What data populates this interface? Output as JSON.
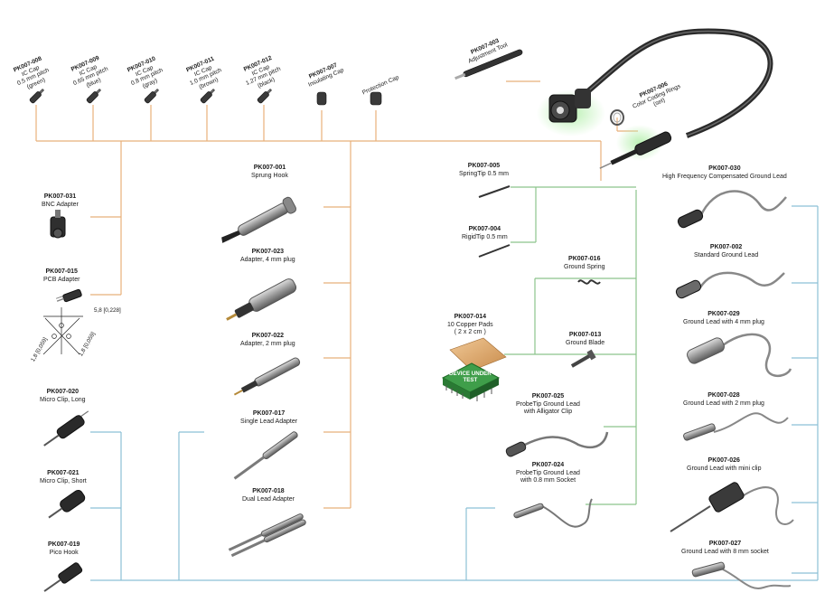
{
  "colors": {
    "orange_line": "#e8b07a",
    "green_line": "#8cc48c",
    "blue_line": "#8cc0d6",
    "part_dark": "#333333",
    "part_gray": "#8a8a8a",
    "device_green": "#3f9e4a",
    "pad_copper": "#d9a76a"
  },
  "tip_caps": [
    {
      "part": "PK007-008",
      "lines": [
        "IC Cap",
        "0.5 mm pitch",
        "(green)"
      ]
    },
    {
      "part": "PK007-009",
      "lines": [
        "IC Cap",
        "0.65 mm pitch",
        "(blue)"
      ]
    },
    {
      "part": "PK007-010",
      "lines": [
        "IC Cap",
        "0.8 mm pitch",
        "(gray)"
      ]
    },
    {
      "part": "PK007-011",
      "lines": [
        "IC Cap",
        "1.0 mm pitch",
        "(brown)"
      ]
    },
    {
      "part": "PK007-012",
      "lines": [
        "IC Cap",
        "1.27 mm pitch",
        "(black)"
      ]
    },
    {
      "part": "PK007-007",
      "lines": [
        "Insulating Cap"
      ]
    },
    {
      "part": "",
      "lines": [
        "Protection Cap"
      ]
    }
  ],
  "adjustment_tool": {
    "part": "PK007-003",
    "desc": "Adjustment Tool"
  },
  "color_rings": {
    "part": "PK007-006",
    "desc": "Color Coding Rings",
    "desc2": "(set)"
  },
  "left_column": [
    {
      "part": "PK007-031",
      "desc": "BNC Adapter"
    },
    {
      "part": "PK007-015",
      "desc": "PCB Adapter"
    },
    {
      "part": "PK007-020",
      "desc": "Micro Clip, Long"
    },
    {
      "part": "PK007-021",
      "desc": "Micro Clip, Short"
    },
    {
      "part": "PK007-019",
      "desc": "Pico Hook"
    }
  ],
  "pcb_dims": {
    "d1": "5,8 [0,228]",
    "d2": "1,8 [0,059]",
    "d3": "1,8 [0,059]"
  },
  "center_column": [
    {
      "part": "PK007-001",
      "desc": "Sprung Hook"
    },
    {
      "part": "PK007-023",
      "desc": "Adapter, 4 mm plug"
    },
    {
      "part": "PK007-022",
      "desc": "Adapter, 2 mm plug"
    },
    {
      "part": "PK007-017",
      "desc": "Single Lead Adapter"
    },
    {
      "part": "PK007-018",
      "desc": "Dual Lead Adapter"
    }
  ],
  "tips": [
    {
      "part": "PK007-005",
      "desc": "SpringTip 0.5 mm"
    },
    {
      "part": "PK007-004",
      "desc": "RigidTip 0.5 mm"
    }
  ],
  "ground_parts": [
    {
      "part": "PK007-016",
      "desc": "Ground Spring"
    },
    {
      "part": "PK007-013",
      "desc": "Ground Blade"
    }
  ],
  "copper_pads": {
    "part": "PK007-014",
    "desc": "10 Copper Pads",
    "desc2": "( 2 x 2 cm )"
  },
  "device_label": {
    "line1": "DEVICE UNDER",
    "line2": "TEST"
  },
  "probetip_leads": [
    {
      "part": "PK007-025",
      "desc": "ProbeTip Ground Lead",
      "desc2": "with Alligator Clip"
    },
    {
      "part": "PK007-024",
      "desc": "ProbeTip Ground Lead",
      "desc2": "with 0.8 mm Socket"
    }
  ],
  "right_column": [
    {
      "part": "PK007-030",
      "desc": "High Frequency Compensated Ground Lead"
    },
    {
      "part": "PK007-002",
      "desc": "Standard Ground Lead"
    },
    {
      "part": "PK007-029",
      "desc": "Ground Lead with 4 mm plug"
    },
    {
      "part": "PK007-028",
      "desc": "Ground Lead with 2 mm plug"
    },
    {
      "part": "PK007-026",
      "desc": "Ground Lead with mini clip"
    },
    {
      "part": "PK007-027",
      "desc": "Ground Lead with 8 mm socket"
    }
  ]
}
